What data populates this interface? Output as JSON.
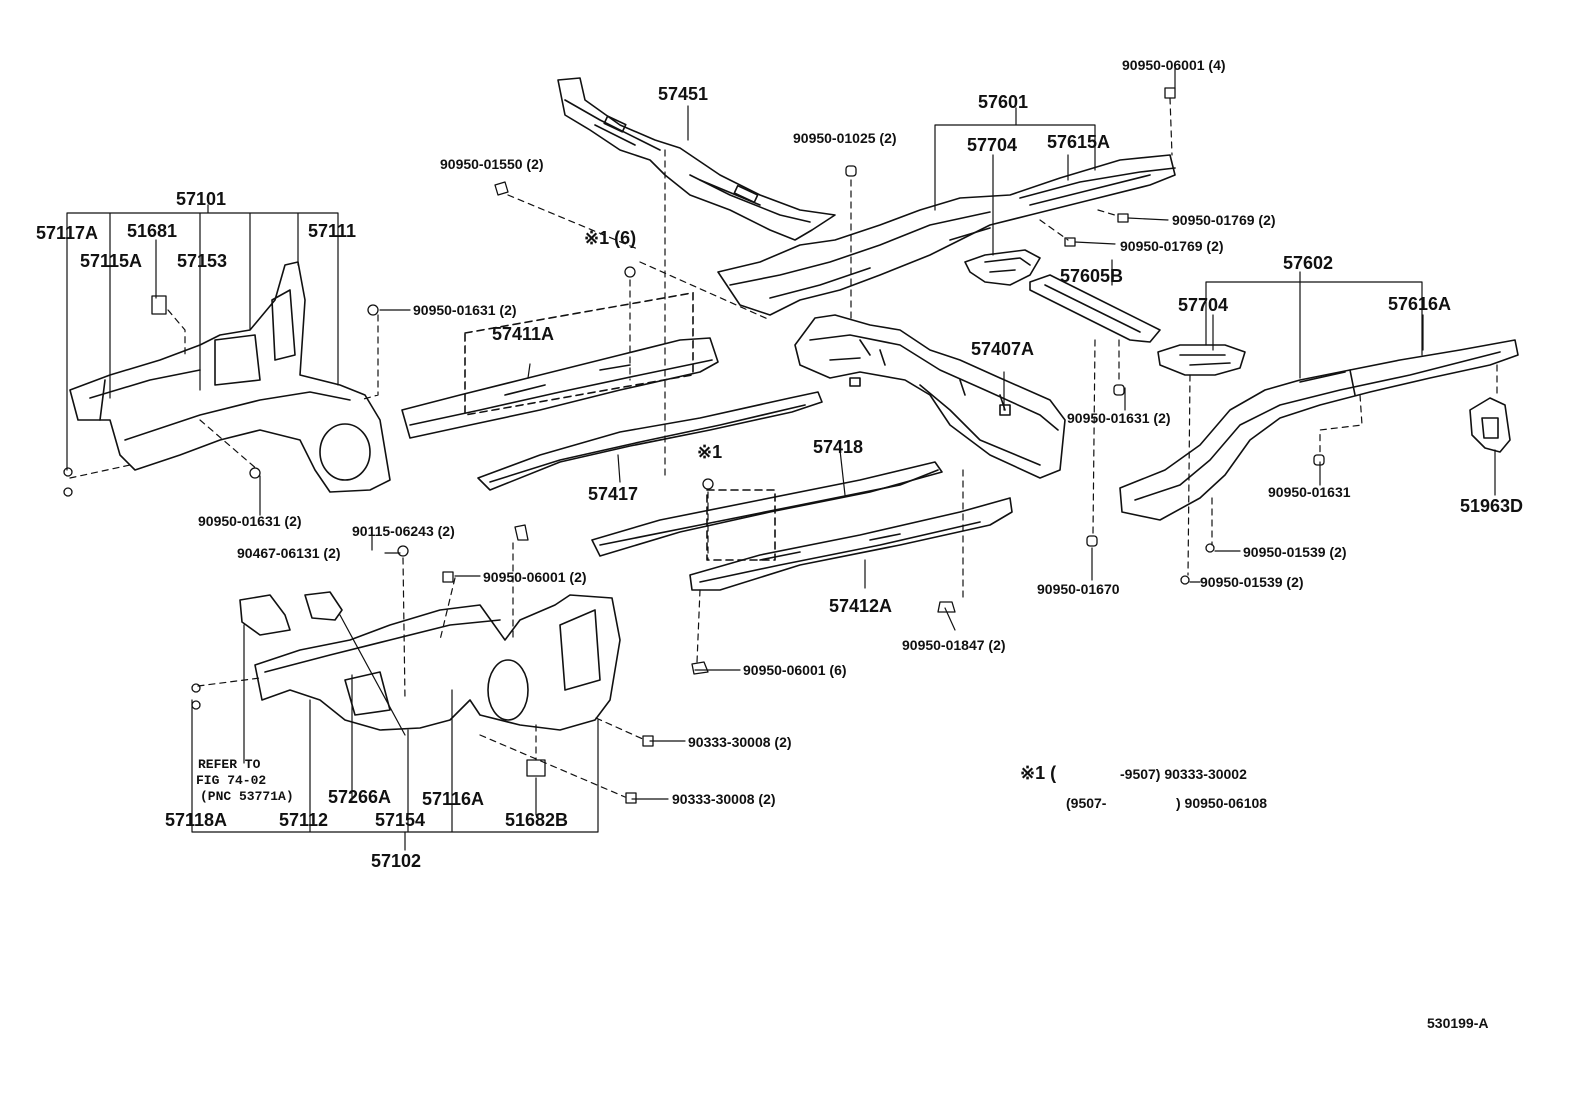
{
  "labels": {
    "p57451": "57451",
    "p9095001550": "90950-01550 (2)",
    "p9095001025": "90950-01025 (2)",
    "p57601": "57601",
    "p57704a": "57704",
    "p57615A": "57615A",
    "p9095006001_4": "90950-06001 (4)",
    "p9095001769a": "90950-01769 (2)",
    "p9095001769b": "90950-01769 (2)",
    "p57101": "57101",
    "p57117A": "57117A",
    "p51681": "51681",
    "p57111": "57111",
    "p57115A": "57115A",
    "p57153": "57153",
    "p9095001631_2a": "90950-01631 (2)",
    "p9095001631_2b": "90950-01631 (2)",
    "p9095001631_2c": "90950-01631 (2)",
    "pX1_6": "※1 (6)",
    "p57411A": "57411A",
    "p57417": "57417",
    "pX1": "※1",
    "p57418": "57418",
    "p57407A": "57407A",
    "p57605B": "57605B",
    "p57602": "57602",
    "p57704b": "57704",
    "p57616A": "57616A",
    "p9095001631": "90950-01631",
    "p51963D": "51963D",
    "p9095001539a": "90950-01539 (2)",
    "p9095001539b": "90950-01539 (2)",
    "p9095001670": "90950-01670",
    "p9095001847": "90950-01847 (2)",
    "p9095006001_6": "90950-06001 (6)",
    "p57412A": "57412A",
    "p9011506243": "90115-06243 (2)",
    "p9046706131": "90467-06131 (2)",
    "p9095006001_2": "90950-06001 (2)",
    "p9033330008a": "90333-30008 (2)",
    "p9033330008b": "90333-30008 (2)",
    "pRefer1": "REFER TO",
    "pRefer2": "FIG 74-02",
    "pRefer3": "(PNC 53771A)",
    "p57266A": "57266A",
    "p57116A": "57116A",
    "p57118A": "57118A",
    "p57112": "57112",
    "p57154": "57154",
    "p51682B": "51682B",
    "p57102": "57102",
    "note1a": "※1 (",
    "note1b": "-9507) 90333-30002",
    "note2a": "(9507-",
    "note2b": ") 90950-06108",
    "figid": "530199-A"
  }
}
